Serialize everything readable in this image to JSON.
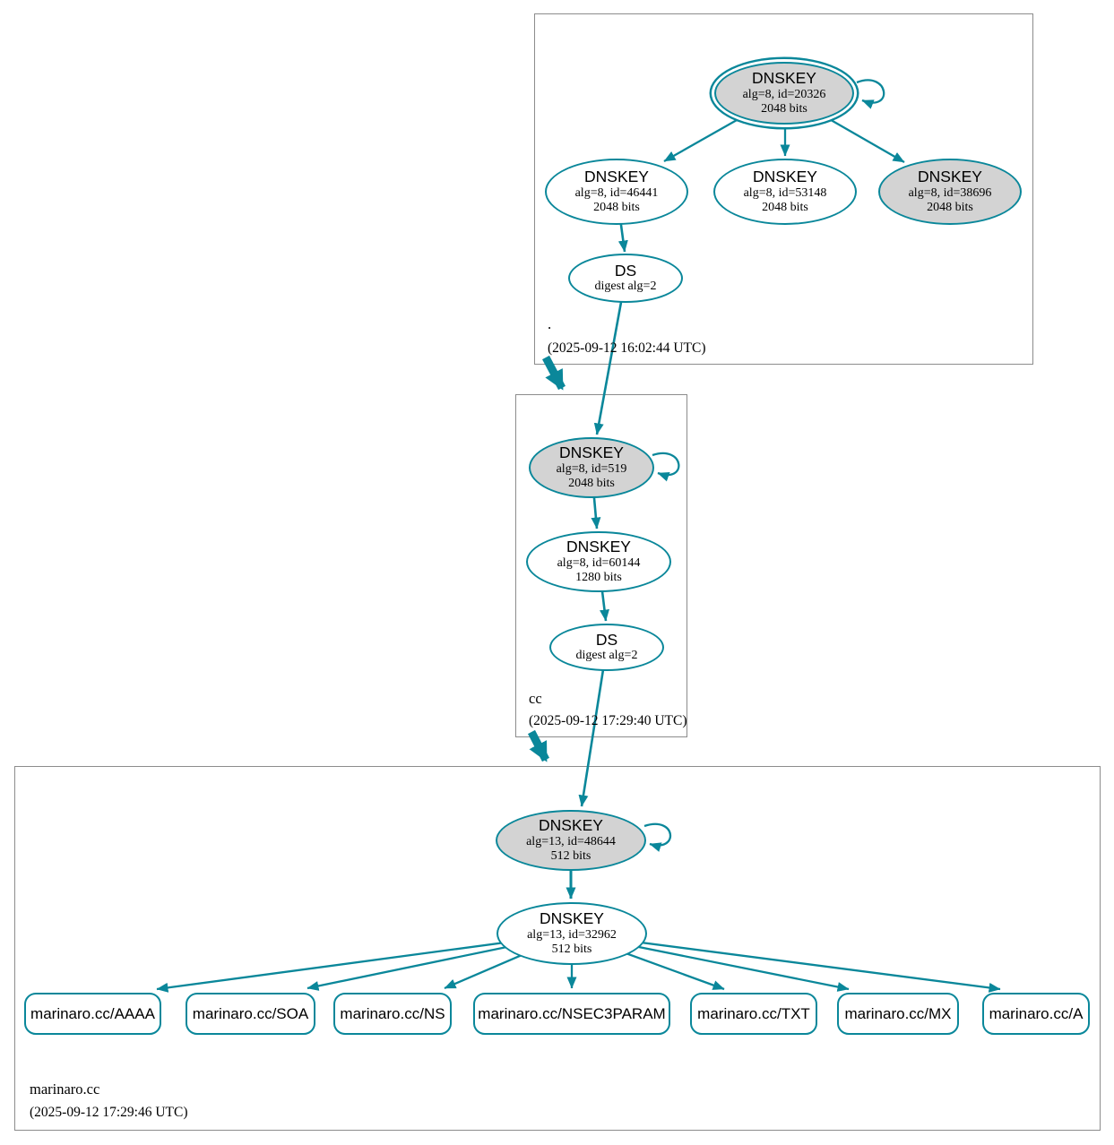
{
  "diagram": {
    "type": "dnssec-authentication-chain",
    "colors": {
      "edge_secure": "#0a879a",
      "ksk_fill": "#d3d3d3",
      "node_fill": "#ffffff",
      "zone_box_border": "#8c8c8c"
    },
    "zones": [
      {
        "label": ".",
        "timestamp": "(2025-09-12 16:02:44 UTC)",
        "nodes": {
          "ksk": {
            "title": "DNSKEY",
            "detail1": "alg=8, id=20326",
            "detail2": "2048 bits"
          },
          "key1": {
            "title": "DNSKEY",
            "detail1": "alg=8, id=46441",
            "detail2": "2048 bits"
          },
          "key2": {
            "title": "DNSKEY",
            "detail1": "alg=8, id=53148",
            "detail2": "2048 bits"
          },
          "key3": {
            "title": "DNSKEY",
            "detail1": "alg=8, id=38696",
            "detail2": "2048 bits"
          },
          "ds": {
            "title": "DS",
            "detail1": "digest alg=2"
          }
        }
      },
      {
        "label": "cc",
        "timestamp": "(2025-09-12 17:29:40 UTC)",
        "nodes": {
          "ksk": {
            "title": "DNSKEY",
            "detail1": "alg=8, id=519",
            "detail2": "2048 bits"
          },
          "zsk": {
            "title": "DNSKEY",
            "detail1": "alg=8, id=60144",
            "detail2": "1280 bits"
          },
          "ds": {
            "title": "DS",
            "detail1": "digest alg=2"
          }
        }
      },
      {
        "label": "marinaro.cc",
        "timestamp": "(2025-09-12 17:29:46 UTC)",
        "nodes": {
          "ksk": {
            "title": "DNSKEY",
            "detail1": "alg=13, id=48644",
            "detail2": "512 bits"
          },
          "zsk": {
            "title": "DNSKEY",
            "detail1": "alg=13, id=32962",
            "detail2": "512 bits"
          },
          "rrsets": [
            {
              "label": "marinaro.cc/AAAA"
            },
            {
              "label": "marinaro.cc/SOA"
            },
            {
              "label": "marinaro.cc/NS"
            },
            {
              "label": "marinaro.cc/NSEC3PARAM"
            },
            {
              "label": "marinaro.cc/TXT"
            },
            {
              "label": "marinaro.cc/MX"
            },
            {
              "label": "marinaro.cc/A"
            }
          ]
        }
      }
    ]
  }
}
